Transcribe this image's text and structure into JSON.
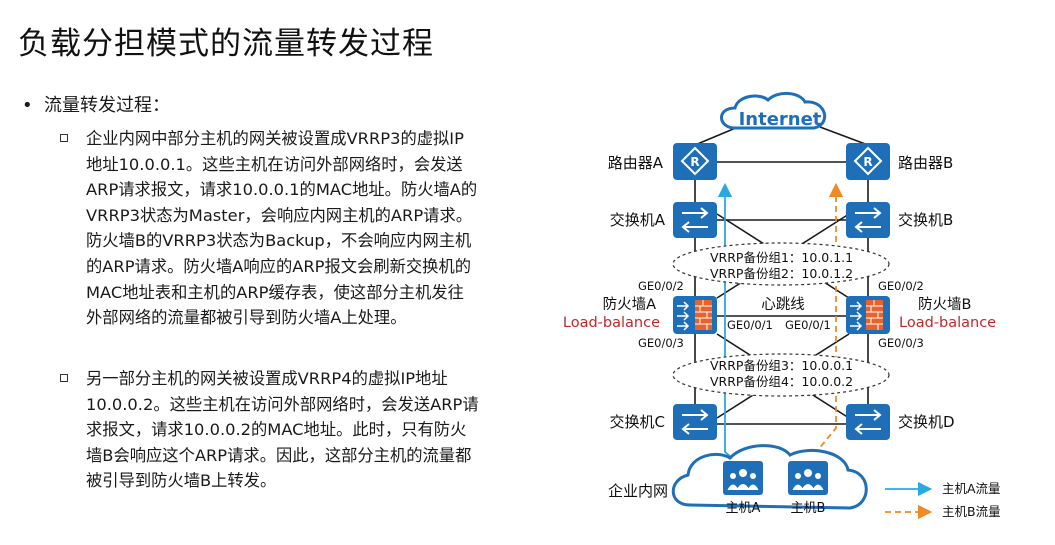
{
  "title": "负载分担模式的流量转发过程",
  "bullet": "流量转发过程：",
  "para1": [
    "企业内网中部分主机的网关被设置成VRRP3的虚拟IP",
    "地址10.0.0.1。这些主机在访问外部网络时，会发送",
    "ARP请求报文，请求10.0.0.1的MAC地址。防火墙A的",
    "VRRP3状态为Master，会响应内网主机的ARP请求。",
    "防火墙B的VRRP3状态为Backup，不会响应内网主机",
    "的ARP请求。防火墙A响应的ARP报文会刷新交换机的",
    "MAC地址表和主机的ARP缓存表，使这部分主机发往",
    "外部网络的流量都被引导到防火墙A上处理。"
  ],
  "para2": [
    "另一部分主机的网关被设置成VRRP4的虚拟IP地址",
    "10.0.0.2。这些主机在访问外部网络时，会发送ARP请",
    "求报文，请求10.0.0.2的MAC地址。此时，只有防火",
    "墙B会响应这个ARP请求。因此，这部分主机的流量都",
    "被引导到防火墙B上转发。"
  ],
  "diagram": {
    "internet": "Internet",
    "router_a": "路由器A",
    "router_b": "路由器B",
    "switch_a": "交换机A",
    "switch_b": "交换机B",
    "switch_c": "交换机C",
    "switch_d": "交换机D",
    "vrrp_top_1": "VRRP备份组1：10.0.1.1",
    "vrrp_top_2": "VRRP备份组2：10.0.1.2",
    "vrrp_bot_3": "VRRP备份组3：10.0.0.1",
    "vrrp_bot_4": "VRRP备份组4：10.0.0.2",
    "fw_a": "防火墙A",
    "fw_b": "防火墙B",
    "load_balance_a": "Load-balance",
    "load_balance_b": "Load-balance",
    "heartbeat": "心跳线",
    "ge002_a": "GE0/0/2",
    "ge002_b": "GE0/0/2",
    "ge001_a": "GE0/0/1",
    "ge001_b": "GE0/0/1",
    "ge003_a": "GE0/0/3",
    "ge003_b": "GE0/0/3",
    "intranet": "企业内网",
    "host_a": "主机A",
    "host_b": "主机B",
    "legend_a": "主机A流量",
    "legend_b": "主机B流量"
  },
  "colors": {
    "device_blue": "#1f6fb8",
    "flow_a": "#2aa9e0",
    "flow_b": "#f08a24",
    "load_balance": "#c0282d"
  }
}
